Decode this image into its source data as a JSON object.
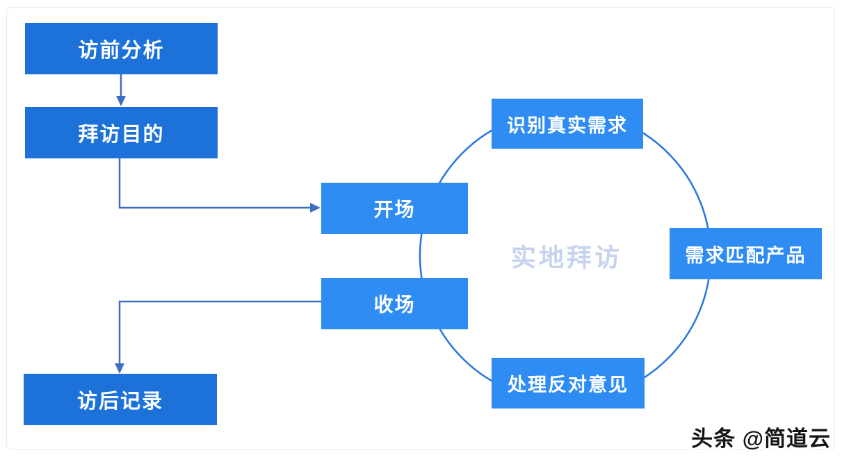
{
  "diagram": {
    "center_label": "实地拜访",
    "nodes": [
      {
        "id": "pre-visit-analysis",
        "label": "访前分析"
      },
      {
        "id": "visit-purpose",
        "label": "拜访目的"
      },
      {
        "id": "opening",
        "label": "开场"
      },
      {
        "id": "closing",
        "label": "收场"
      },
      {
        "id": "post-visit-record",
        "label": "访后记录"
      },
      {
        "id": "identify-real-needs",
        "label": "识别真实需求"
      },
      {
        "id": "match-needs-product",
        "label": "需求匹配产品"
      },
      {
        "id": "handle-objections",
        "label": "处理反对意见"
      }
    ],
    "colors": {
      "node_dark_blue": "#1c72d8",
      "node_light_blue": "#2e8cf2",
      "circle_stroke": "#2575e0",
      "connector": "#3f6ec0",
      "center_label_text": "#c5d3ee",
      "frame_border": "#e7e9ee"
    }
  },
  "watermark": {
    "text": "头条 @简道云"
  }
}
